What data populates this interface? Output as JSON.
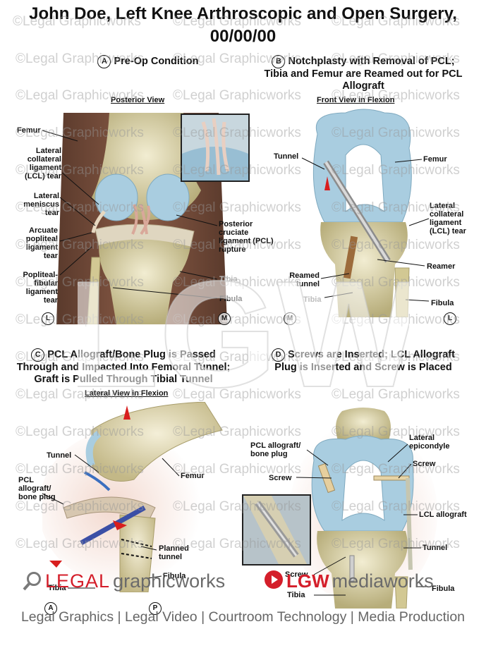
{
  "title": {
    "line1": "John Doe, Left Knee Arthroscopic and Open Surgery,",
    "line2": "00/00/00"
  },
  "watermark": {
    "text": "©Legal Graphicworks",
    "big": "LGW"
  },
  "panels": {
    "a": {
      "letter": "A",
      "title": "Pre-Op Condition",
      "subtitle": "Posterior View",
      "labels": {
        "femur": "Femur",
        "lcl_tear": "Lateral collateral ligament (LCL) tear",
        "meniscus": "Lateral meniscus tear",
        "arcuate": "Arcuate popliteal ligament tear",
        "popfib": "Popliteal-fibular ligament tear",
        "pcl": "Posterior cruciate ligament (PCL) rupture",
        "tibia": "Tibia",
        "fibula": "Fibula"
      },
      "orient": {
        "left": "L",
        "right": "M"
      }
    },
    "b": {
      "letter": "B",
      "title": "Notchplasty with Removal of PCL; Tibia and Femur are Reamed out for PCL Allograft",
      "subtitle": "Front View in Flexion",
      "labels": {
        "tunnel": "Tunnel",
        "femur": "Femur",
        "lcl": "Lateral collateral ligament (LCL) tear",
        "reamer": "Reamer",
        "reamed": "Reamed tunnel",
        "tibia": "Tibia",
        "fibula": "Fibula"
      },
      "orient": {
        "left": "M",
        "right": "L"
      }
    },
    "c": {
      "letter": "C",
      "title": "PCL Allograft/Bone Plug is Passed Through and Impacted Into Femoral Tunnel; Graft is Pulled Through Tibial Tunnel",
      "subtitle": "Lateral View in Flexion",
      "labels": {
        "tunnel": "Tunnel",
        "femur": "Femur",
        "allograft": "PCL allograft/ bone plug",
        "planned": "Planned tunnel",
        "fibula": "Fibula",
        "tibia": "Tibia"
      },
      "orient": {
        "left": "A",
        "right": "P"
      }
    },
    "d": {
      "letter": "D",
      "title": "Screws are Inserted; LCL Allograft Plug is Inserted and Screw is Placed",
      "labels": {
        "pcl_allograft": "PCL allograft/ bone plug",
        "screw1": "Screw",
        "lat_epi": "Lateral epicondyle",
        "screw2": "Screw",
        "lcl_allograft": "LCL allograft",
        "tunnel": "Tunnel",
        "screw3": "Screw",
        "tibia": "Tibia",
        "fibula": "Fibula"
      }
    }
  },
  "logos": {
    "legal": "LEGAL",
    "graphicworks": "graphicworks",
    "lgw": "LGW",
    "mediaworks": "mediaworks"
  },
  "footer": "Legal Graphics | Legal Video | Courtroom Technology | Media Production",
  "colors": {
    "bone": "#e4ddb2",
    "bone_dark": "#b9ae78",
    "cartilage": "#a9cde0",
    "ligament": "#d9c2a8",
    "red_arrow": "#d81e1e",
    "skin": "#6b4637",
    "brand_red": "#d41e2a"
  }
}
